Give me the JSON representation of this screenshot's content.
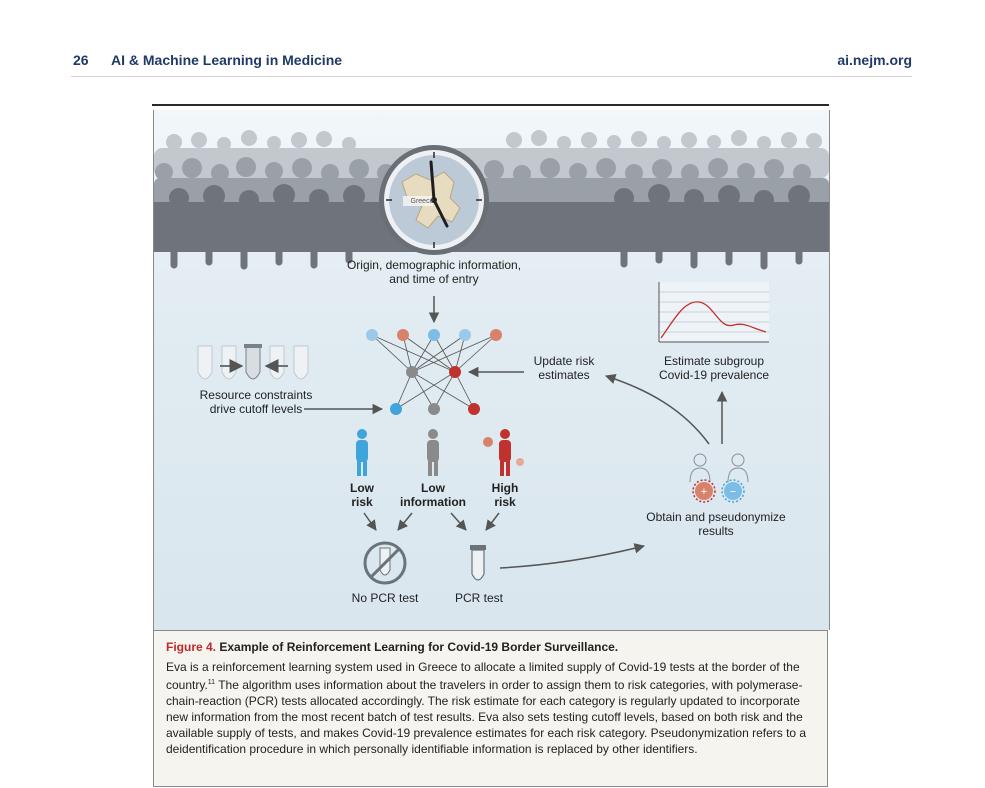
{
  "header": {
    "page_number": "26",
    "journal_title": "AI & Machine Learning in Medicine",
    "site": "ai.nejm.org"
  },
  "figure": {
    "map_label": "Greece",
    "origin_label": "Origin, demographic information, and time of entry",
    "resource_label": "Resource constraints drive cutoff levels",
    "update_label": "Update risk estimates",
    "estimate_label": "Estimate subgroup Covid-19 prevalence",
    "obtain_label": "Obtain and pseudonymize results",
    "low_risk_label": "Low risk",
    "low_info_label": "Low information",
    "high_risk_label": "High risk",
    "no_pcr_label": "No PCR test",
    "pcr_label": "PCR test",
    "colors": {
      "blue": "#3fa3dc",
      "orange": "#d9826a",
      "gray": "#8a8a8a",
      "red": "#c0322d"
    }
  },
  "caption": {
    "figure_number": "Figure 4.",
    "title": "Example of Reinforcement Learning for Covid-19 Border Surveillance.",
    "text_before_ref": "Eva is a reinforcement learning system used in Greece to allocate a limited supply of Covid-19 tests at the border of the country.",
    "ref": "11",
    "text_after_ref": " The algorithm uses information about the travelers in order to assign them to risk categories, with polymerase-chain-reaction (PCR) tests allocated accordingly. The risk estimate for each category is regularly updated to incorporate new information from the most recent batch of test results. Eva also sets testing cutoff levels, based on both risk and the available supply of tests, and makes Covid-19 prevalence estimates for each risk category. Pseudonymization refers to a deidentification procedure in which personally identifiable information is replaced by other identifiers."
  }
}
